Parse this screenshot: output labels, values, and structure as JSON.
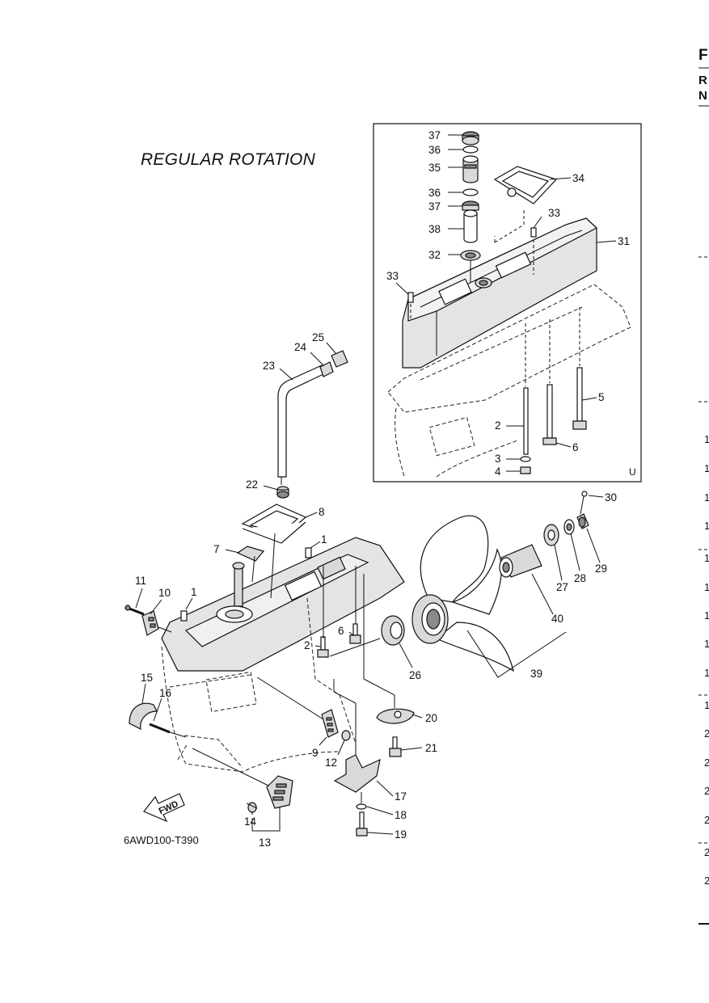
{
  "title": "REGULAR ROTATION",
  "part_code": "6AWD100-T390",
  "inset_mark": "U",
  "fwd_label": "FWD",
  "edge_text": {
    "top_letters": [
      "F",
      "R",
      "N"
    ],
    "right_numbers": [
      "1",
      "1",
      "1",
      "1",
      "1",
      "1",
      "1",
      "1",
      "1",
      "1",
      "2",
      "2",
      "2",
      "2",
      "2",
      "2"
    ]
  },
  "callouts": {
    "c37a": "37",
    "c36a": "36",
    "c35": "35",
    "c34": "34",
    "c36b": "36",
    "c37b": "37",
    "c33a": "33",
    "c38": "38",
    "c31": "31",
    "c32": "32",
    "c33b": "33",
    "c5": "5",
    "c2a": "2",
    "c6a": "6",
    "c3": "3",
    "c4": "4",
    "c25": "25",
    "c24": "24",
    "c23": "23",
    "c22": "22",
    "c8": "8",
    "c30": "30",
    "c1a": "1",
    "c7": "7",
    "c29": "29",
    "c28": "28",
    "c27": "27",
    "c11": "11",
    "c10": "10",
    "c1b": "1",
    "c40": "40",
    "c6b": "6",
    "c2b": "2",
    "c26": "26",
    "c39": "39",
    "c15": "15",
    "c16": "16",
    "c20": "20",
    "c21": "21",
    "c9": "9",
    "c12": "12",
    "c17": "17",
    "c18": "18",
    "c14": "14",
    "c19": "19",
    "c13": "13"
  }
}
